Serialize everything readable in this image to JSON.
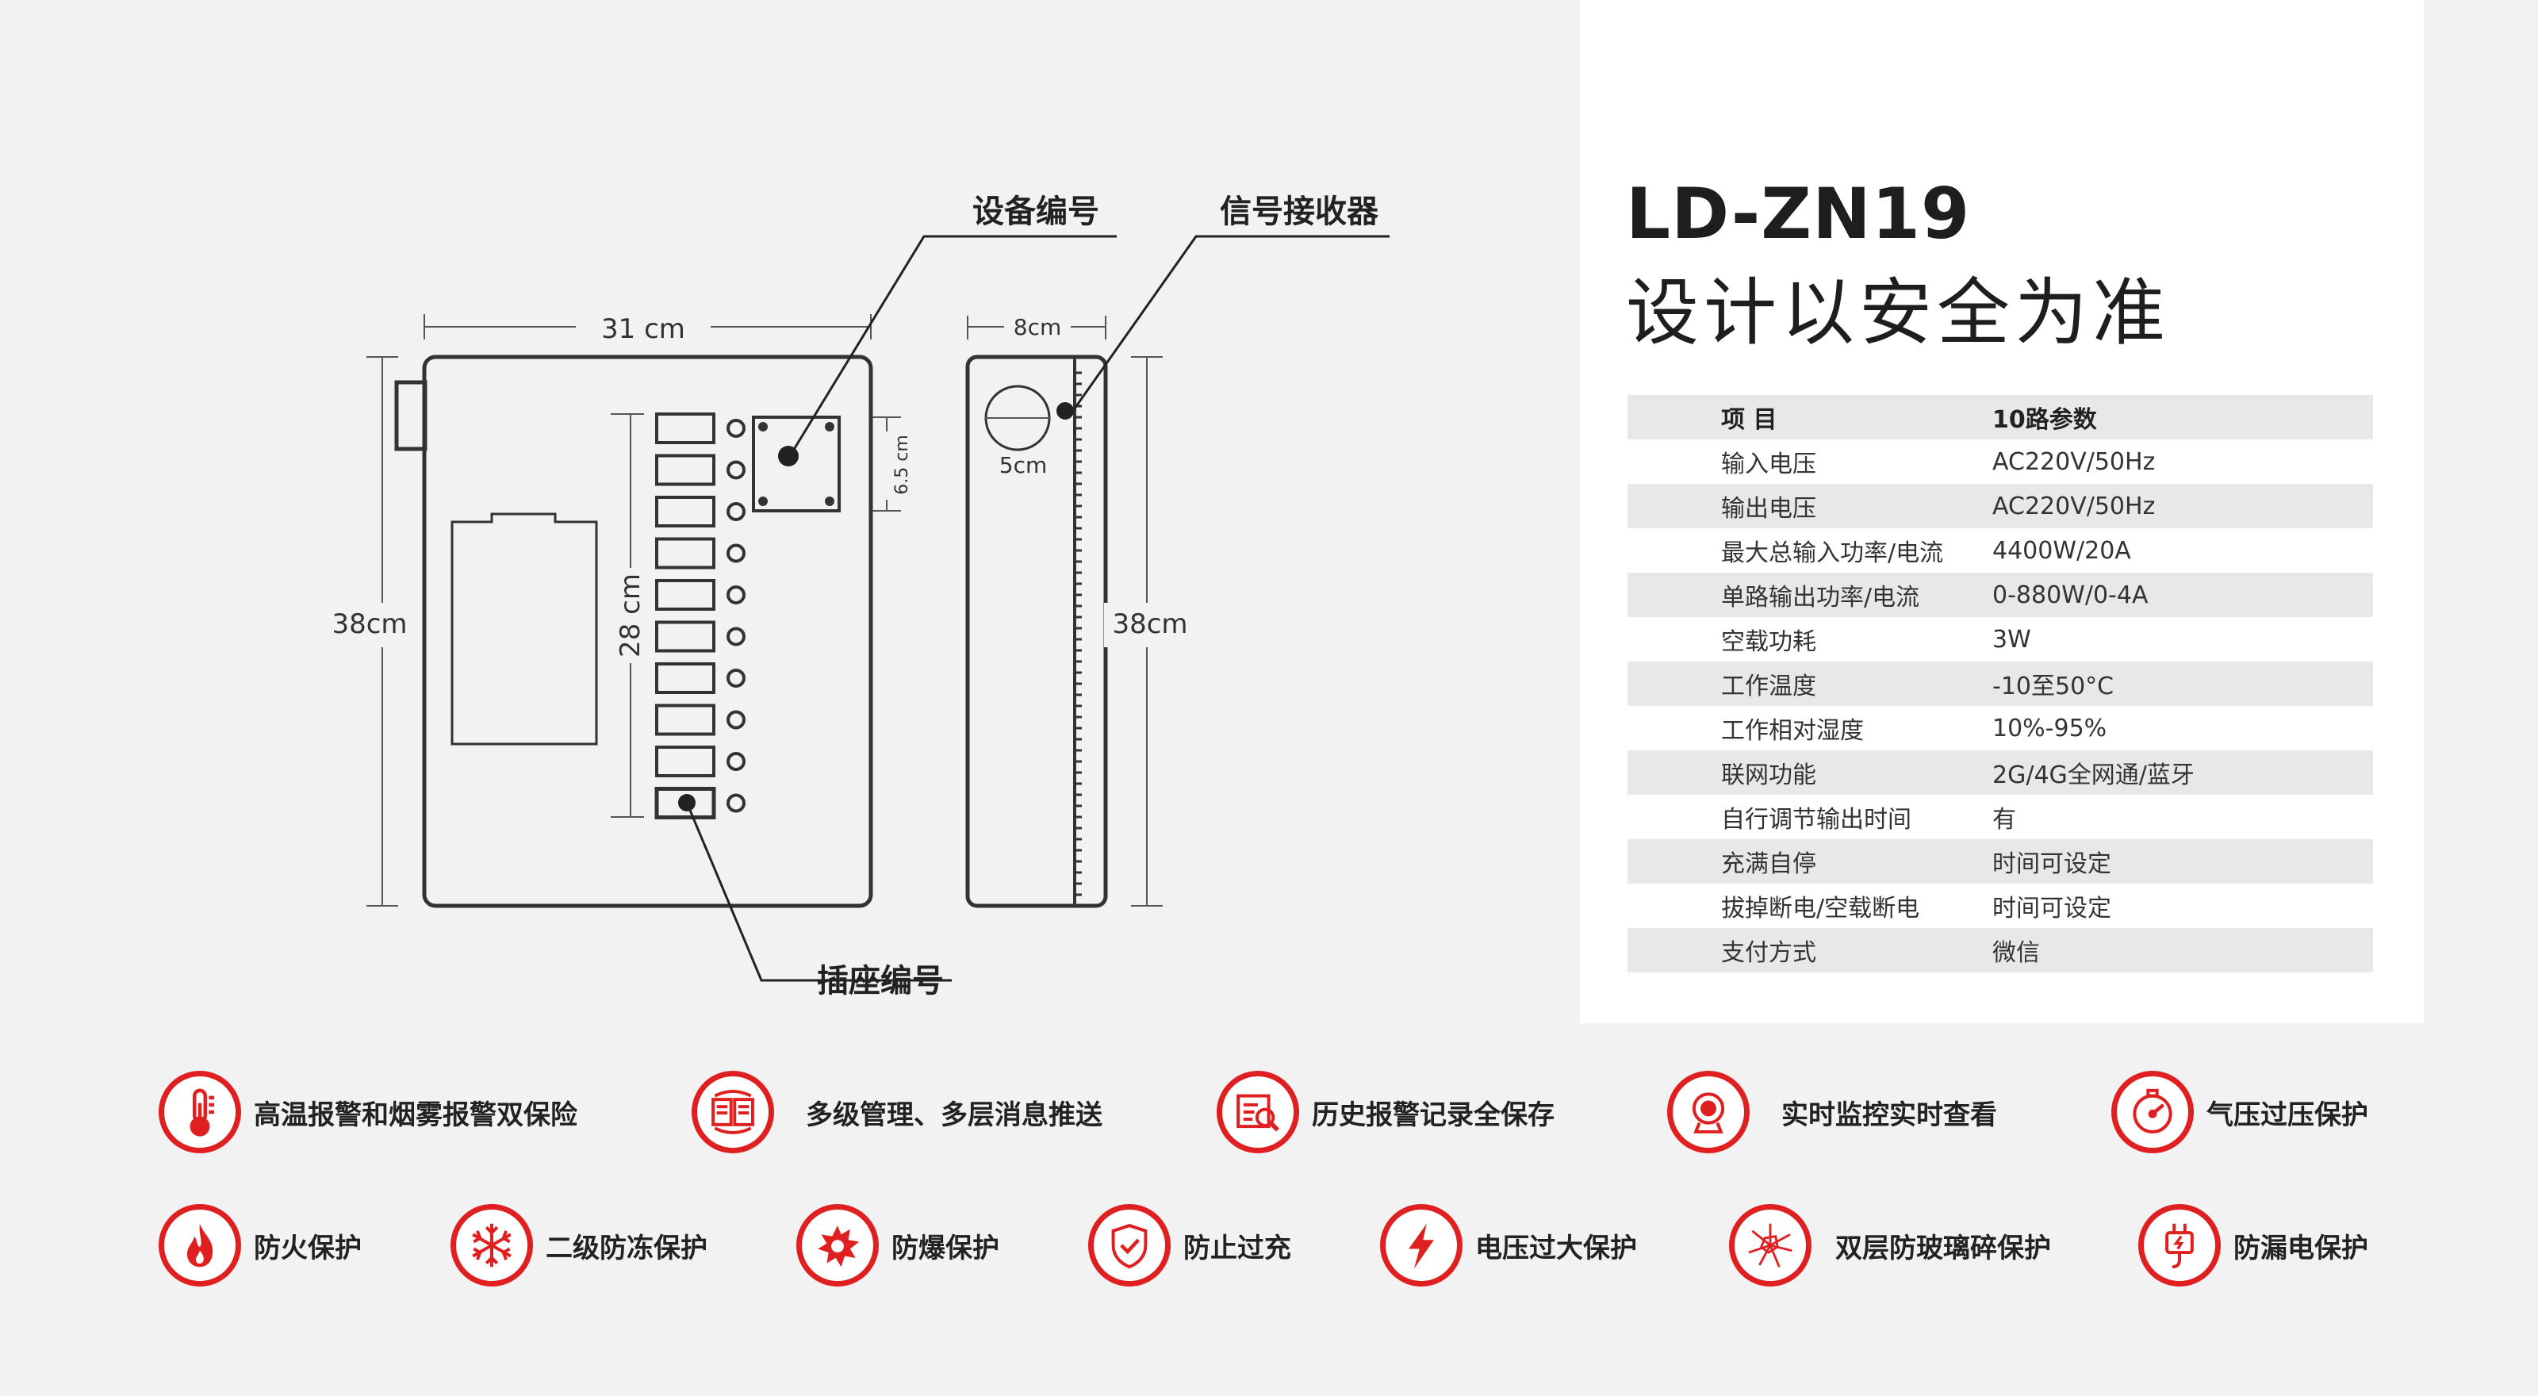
{
  "labels": {
    "device_number": "设备编号",
    "signal_receiver": "信号接收器",
    "socket_number": "插座编号"
  },
  "dimensions": {
    "front_width": "31 cm",
    "front_height": "38cm",
    "socket_column": "28 cm",
    "panel_height": "6.5 cm",
    "side_width": "8cm",
    "side_height": "38cm",
    "receiver_diameter": "5cm"
  },
  "product": {
    "model": "LD-ZN19",
    "slogan": "设计以安全为准"
  },
  "spec_table": {
    "header": {
      "key": "项  目",
      "value": "10路参数"
    },
    "rows": [
      {
        "key": "输入电压",
        "value": "AC220V/50Hz"
      },
      {
        "key": "输出电压",
        "value": "AC220V/50Hz"
      },
      {
        "key": "最大总输入功率/电流",
        "value": "4400W/20A"
      },
      {
        "key": "单路输出功率/电流",
        "value": "0-880W/0-4A"
      },
      {
        "key": "空载功耗",
        "value": "3W"
      },
      {
        "key": "工作温度",
        "value": "-10至50°C"
      },
      {
        "key": "工作相对湿度",
        "value": "10%-95%"
      },
      {
        "key": "联网功能",
        "value": "2G/4G全网通/蓝牙"
      },
      {
        "key": "自行调节输出时间",
        "value": "有"
      },
      {
        "key": "充满自停",
        "value": "时间可设定"
      },
      {
        "key": "拔掉断电/空载断电",
        "value": "时间可设定"
      },
      {
        "key": "支付方式",
        "value": "微信"
      }
    ]
  },
  "features": [
    {
      "label": "高温报警和烟雾报警双保险",
      "icon": "thermometer-icon"
    },
    {
      "label": "多级管理、多层消息推送",
      "icon": "document-icon"
    },
    {
      "label": "历史报警记录全保存",
      "icon": "record-search-icon"
    },
    {
      "label": "实时监控实时查看",
      "icon": "camera-icon"
    },
    {
      "label": "气压过压保护",
      "icon": "gauge-icon"
    },
    {
      "label": "防火保护",
      "icon": "flame-icon"
    },
    {
      "label": "二级防冻保护",
      "icon": "snowflake-icon"
    },
    {
      "label": "防爆保护",
      "icon": "explosion-icon"
    },
    {
      "label": "防止过充",
      "icon": "shield-check-icon"
    },
    {
      "label": "电压过大保护",
      "icon": "lightning-icon"
    },
    {
      "label": "双层防玻璃碎保护",
      "icon": "broken-glass-icon"
    },
    {
      "label": "防漏电保护",
      "icon": "plug-icon"
    }
  ],
  "colors": {
    "accent": "#e02020",
    "line": "#333333",
    "dim_line": "#555555"
  }
}
